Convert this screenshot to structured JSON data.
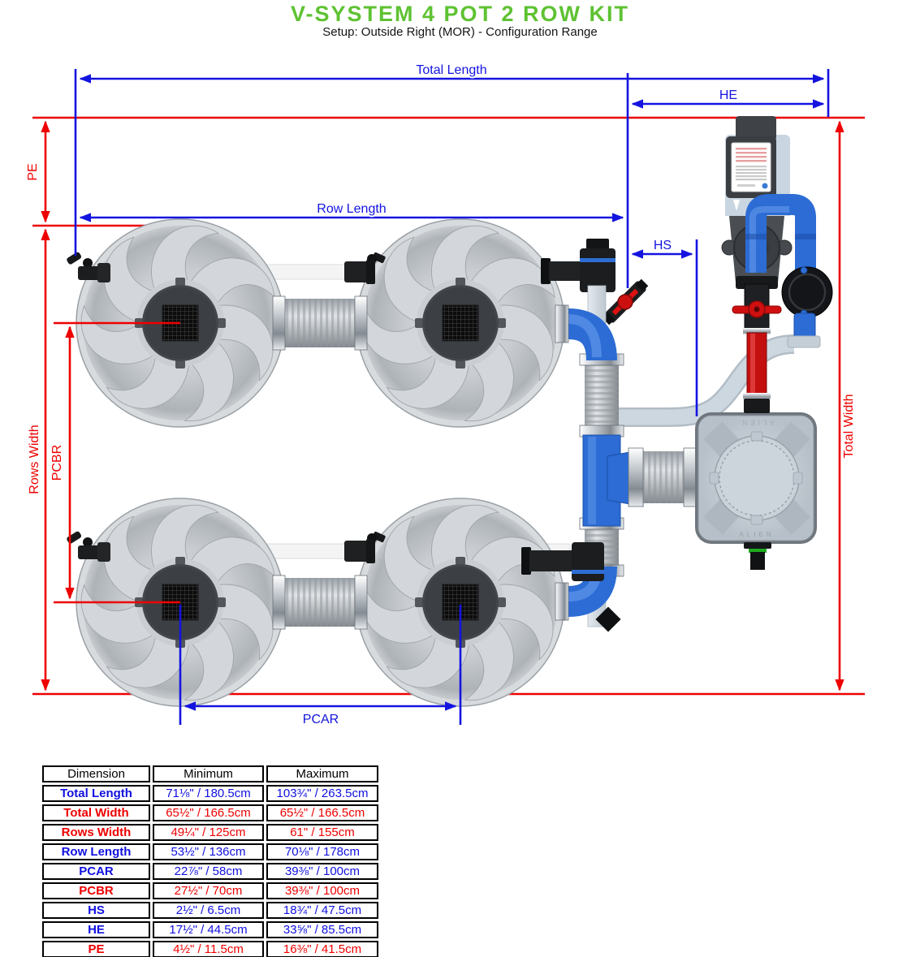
{
  "header": {
    "title": "V-SYSTEM 4 POT 2 ROW KIT",
    "subtitle": "Setup: Outside Right (MOR) - Configuration Range"
  },
  "colors": {
    "title_green": "#5ec232",
    "dimension_blue": "#1414e0",
    "dimension_red": "#ee0000",
    "pipe_blue": "#2c6cd4"
  },
  "diagram": {
    "labels": {
      "total_length": "Total Length",
      "he": "HE",
      "pe": "PE",
      "row_length": "Row Length",
      "hs": "HS",
      "rows_width": "Rows Width",
      "pcbr": "PCBR",
      "total_width": "Total Width",
      "pcar": "PCAR"
    },
    "reservoir_brand": "ALIEN"
  },
  "table": {
    "headers": [
      "Dimension",
      "Minimum",
      "Maximum"
    ],
    "rows": [
      {
        "dimension": "Total Length",
        "minimum": "71⅛\" / 180.5cm",
        "maximum": "103¾\" / 263.5cm",
        "color": "blue"
      },
      {
        "dimension": "Total Width",
        "minimum": "65½\" / 166.5cm",
        "maximum": "65½\" / 166.5cm",
        "color": "red"
      },
      {
        "dimension": "Rows Width",
        "minimum": "49¼\" / 125cm",
        "maximum": "61\" / 155cm",
        "color": "red"
      },
      {
        "dimension": "Row Length",
        "minimum": "53½\" / 136cm",
        "maximum": "70⅛\" / 178cm",
        "color": "blue"
      },
      {
        "dimension": "PCAR",
        "minimum": "22⅞\" / 58cm",
        "maximum": "39⅜\" / 100cm",
        "color": "blue"
      },
      {
        "dimension": "PCBR",
        "minimum": "27½\" / 70cm",
        "maximum": "39⅜\" / 100cm",
        "color": "red"
      },
      {
        "dimension": "HS",
        "minimum": "2½\" / 6.5cm",
        "maximum": "18¾\" / 47.5cm",
        "color": "blue"
      },
      {
        "dimension": "HE",
        "minimum": "17½\" / 44.5cm",
        "maximum": "33⅝\" / 85.5cm",
        "color": "blue"
      },
      {
        "dimension": "PE",
        "minimum": "4½\" / 11.5cm",
        "maximum": "16⅜\" / 41.5cm",
        "color": "red"
      }
    ]
  }
}
